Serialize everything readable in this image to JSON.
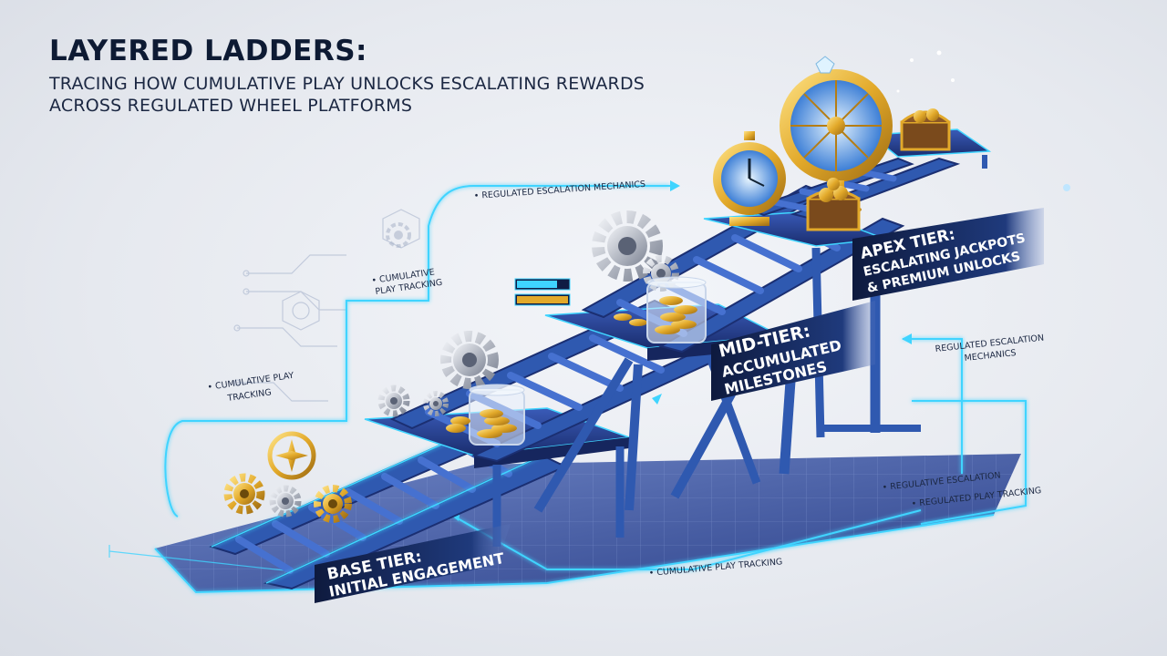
{
  "header": {
    "title": "LAYERED LADDERS:",
    "subtitle_line1": "TRACING HOW CUMULATIVE PLAY UNLOCKS ESCALATING REWARDS",
    "subtitle_line2": "ACROSS REGULATED WHEEL PLATFORMS"
  },
  "tiers": [
    {
      "name": "BASE TIER:",
      "desc": "INITIAL ENGAGEMENT"
    },
    {
      "name": "MID-TIER:",
      "desc_line1": "ACCUMULATED",
      "desc_line2": "MILESTONES"
    },
    {
      "name": "APEX TIER:",
      "desc_line1": "ESCALATING JACKPOTS",
      "desc_line2": "& PREMIUM UNLOCKS"
    }
  ],
  "annotations": {
    "top_center": "• REGULATED ESCALATION MECHANICS",
    "left_upper_line1": "• CUMULATIVE",
    "left_upper_line2": "PLAY TRACKING",
    "left_lower_line1": "• CUMULATIVE PLAY",
    "left_lower_line2": "TRACKING",
    "right_mid_line1": "REGULATED ESCALATION",
    "right_mid_line2": "MECHANICS",
    "right_low_a": "• REGULATIVE ESCALATION",
    "right_low_b": "• REGULATED PLAY TRACKING",
    "bottom_center": "• CUMULATIVE PLAY TRACKING"
  },
  "icons": [
    "gear-icon",
    "coin-jar-icon",
    "wheel-icon",
    "stopwatch-icon",
    "treasure-chest-icon",
    "diamond-icon",
    "progress-bar-icon"
  ],
  "colors": {
    "steel": "#2f59b0",
    "steel_dark": "#1b2f72",
    "glow": "#3fd4ff",
    "gold": "#e2a92a",
    "title": "#0d1a33"
  }
}
